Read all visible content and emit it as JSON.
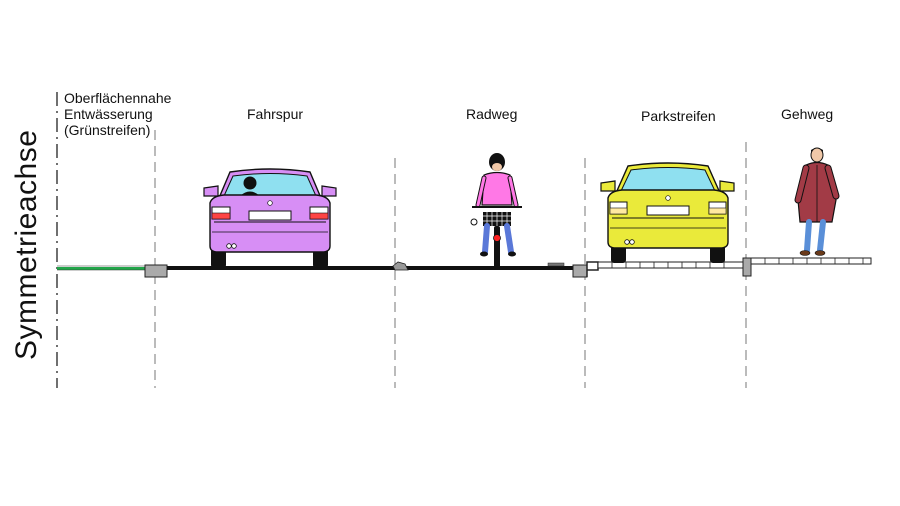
{
  "axis_title": "Symmetrieachse",
  "sections": [
    {
      "id": "drainage",
      "lines": [
        "Oberflächennahe",
        "Entwässerung",
        "(Grünstreifen)"
      ]
    },
    {
      "id": "lane",
      "lines": [
        "Fahrspur"
      ]
    },
    {
      "id": "bike",
      "lines": [
        "Radweg"
      ]
    },
    {
      "id": "parking",
      "lines": [
        "Parkstreifen"
      ]
    },
    {
      "id": "sidewalk",
      "lines": [
        "Gehweg"
      ]
    }
  ],
  "colors": {
    "car_lane": "#d78ef5",
    "car_parked": "#eaea3a",
    "cyclist_shirt": "#ff78e6",
    "pedestrian_coat": "#a23b46",
    "green_strip": "#22a64a",
    "road": "#111111"
  }
}
